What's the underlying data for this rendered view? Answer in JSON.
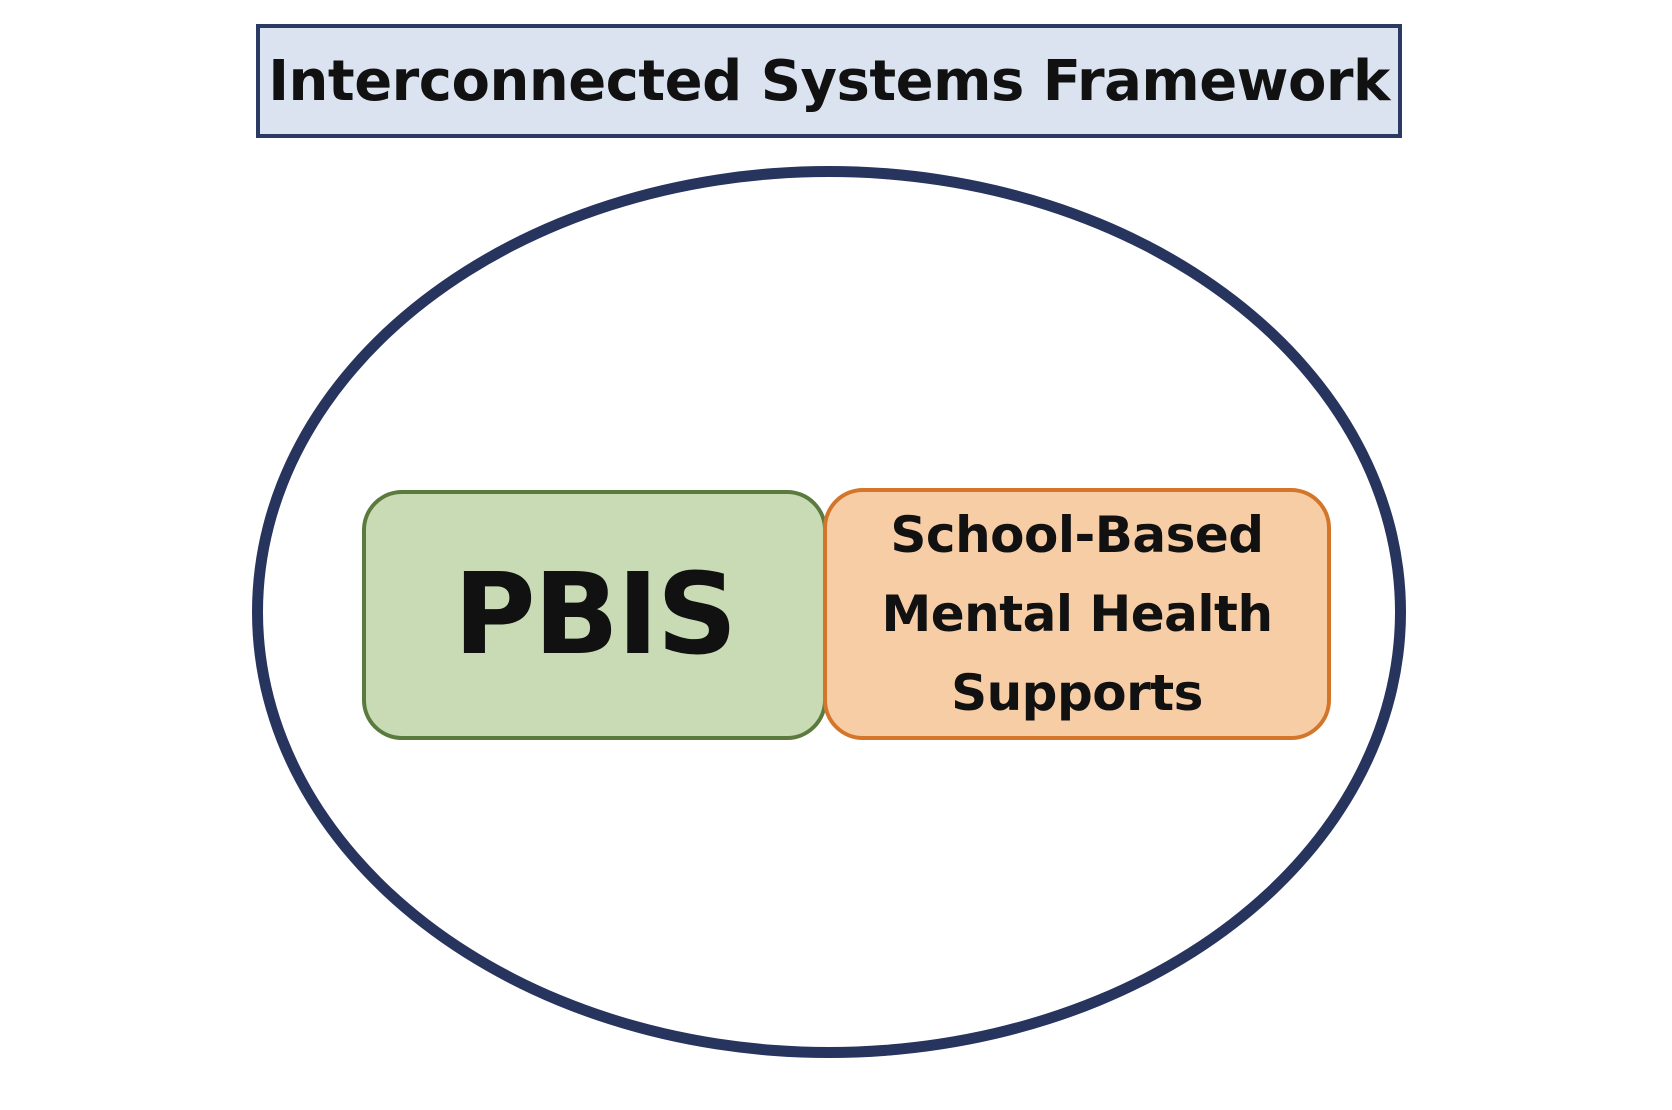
{
  "diagram": {
    "title": "Interconnected Systems Framework",
    "components": [
      {
        "id": "pbis",
        "label": "PBIS"
      },
      {
        "id": "mental-health",
        "lines": [
          "School-Based",
          "Mental Health",
          "Supports"
        ]
      }
    ]
  },
  "colors": {
    "title_fill": "#dbe3f1",
    "title_border": "#2b3a63",
    "ellipse_border": "#26345e",
    "pbis_fill": "#c8dbb4",
    "pbis_border": "#5b7a3e",
    "mental_health_fill": "#f7cda6",
    "mental_health_border": "#d4762a"
  }
}
